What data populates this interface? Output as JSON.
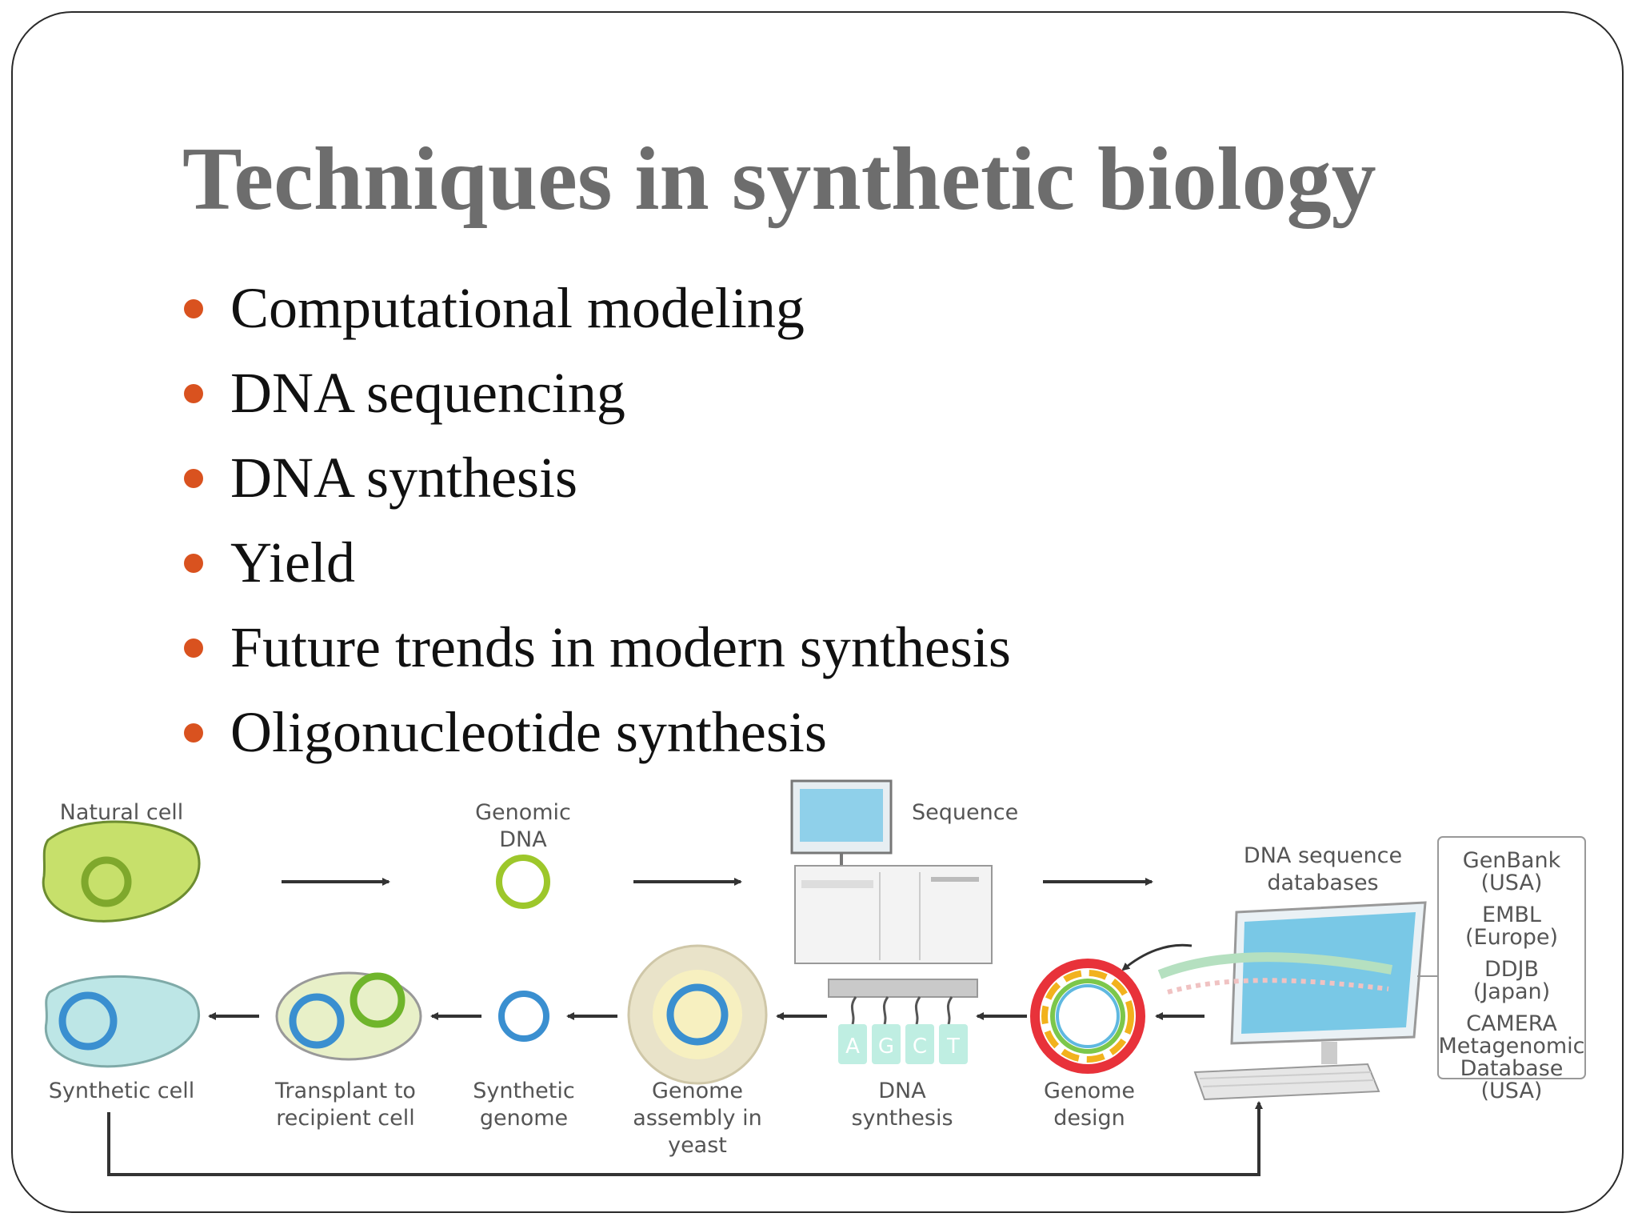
{
  "slide": {
    "title": "Techniques in synthetic biology",
    "bullets": [
      "Computational modeling",
      "DNA sequencing",
      "DNA synthesis",
      "Yield",
      "Future trends in modern synthesis",
      "Oligonucleotide synthesis"
    ],
    "bullet_color": "#d9521f"
  },
  "diagram": {
    "natural_cell": "Natural cell",
    "genomic_dna": [
      "Genomic",
      "DNA"
    ],
    "sequence": "Sequence",
    "dna_sequence_databases": [
      "DNA sequence",
      "databases"
    ],
    "databases": [
      [
        "GenBank",
        "(USA)"
      ],
      [
        "EMBL",
        "(Europe)"
      ],
      [
        "DDJB",
        "(Japan)"
      ],
      [
        "CAMERA",
        "Metagenomic",
        "Database",
        "(USA)"
      ]
    ],
    "bases": [
      "A",
      "G",
      "C",
      "T"
    ],
    "synthetic_cell": "Synthetic cell",
    "transplant": [
      "Transplant to",
      "recipient cell"
    ],
    "synthetic_genome": [
      "Synthetic",
      "genome"
    ],
    "genome_assembly": [
      "Genome",
      "assembly in",
      "yeast"
    ],
    "dna_synthesis": [
      "DNA",
      "synthesis"
    ],
    "genome_design": [
      "Genome",
      "design"
    ]
  }
}
